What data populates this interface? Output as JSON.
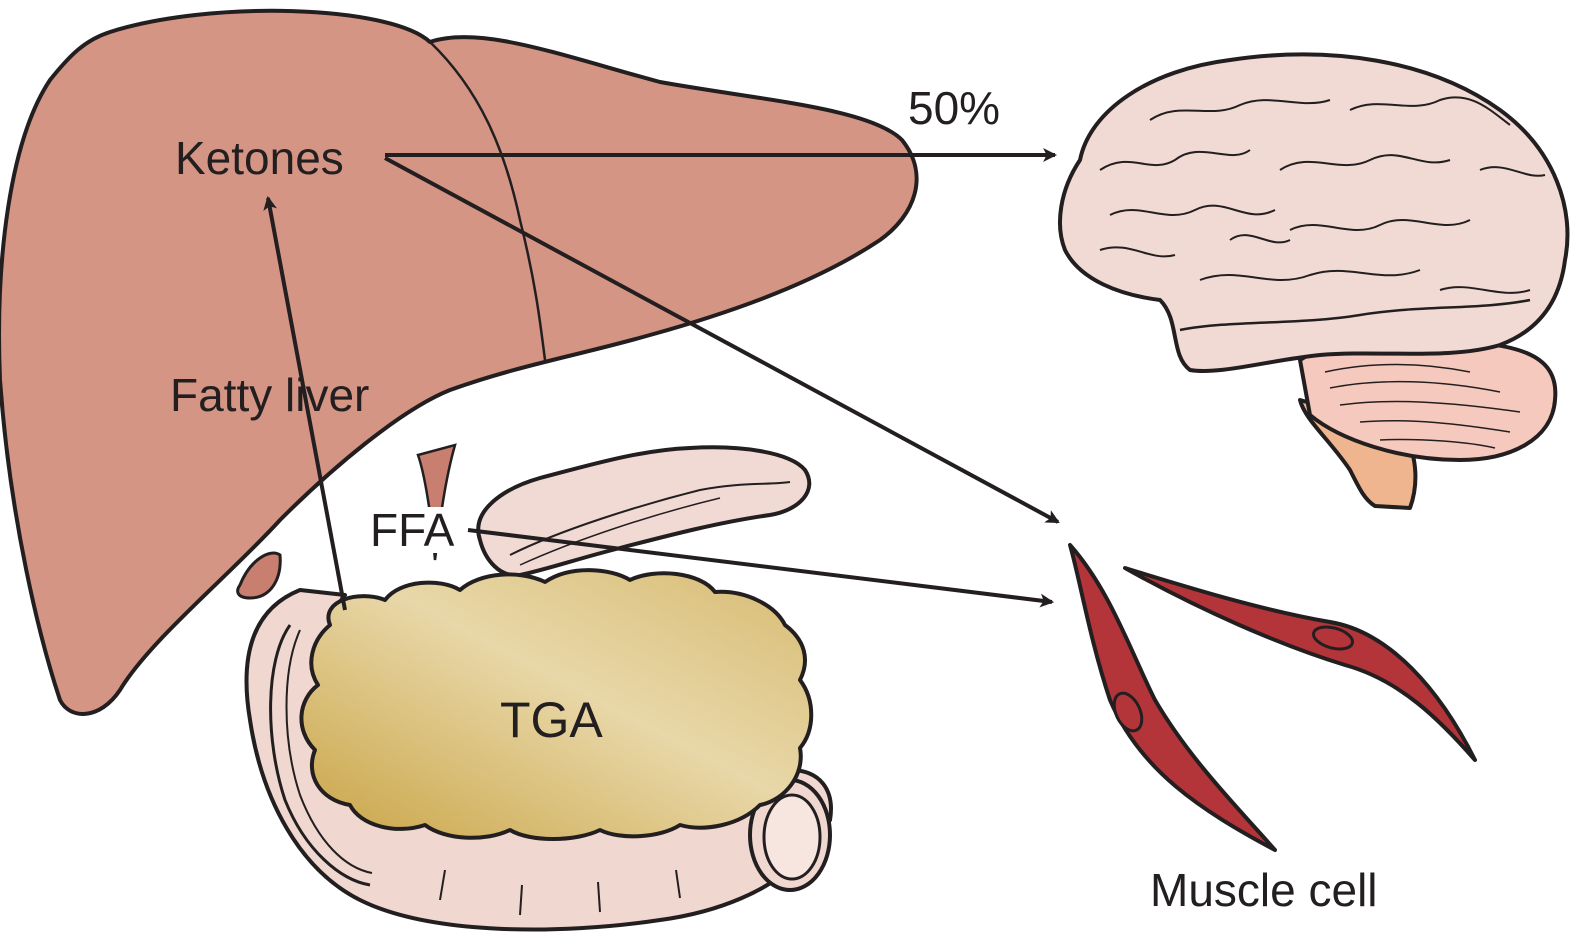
{
  "labels": {
    "ketones": "Ketones",
    "brain_percent": "50%",
    "fatty_liver": "Fatty liver",
    "ffa": "FFA",
    "tga": "TGA",
    "muscle_cell": "Muscle cell"
  },
  "colors": {
    "liver": "#d49585",
    "outline": "#231f20",
    "brain": "#f1dad3",
    "brainstem": "#efb58f",
    "pancreas": "#f1dad3",
    "adipose_gold": "#cfa84a",
    "adipose_light": "#e6d4a4",
    "intestine": "#f0d7cf",
    "muscle": "#b3353a"
  }
}
